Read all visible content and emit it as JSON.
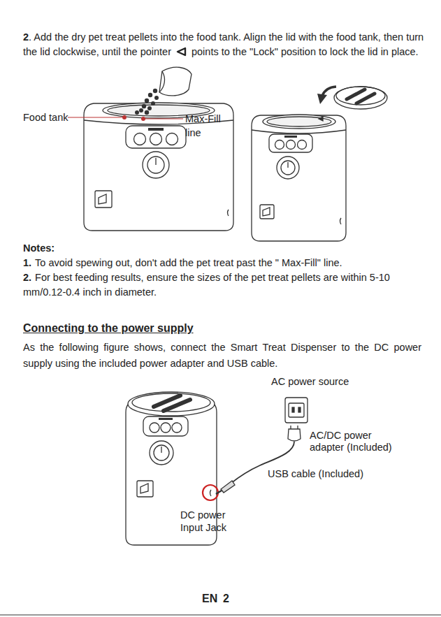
{
  "diagram": {
    "labels": [
      "2",
      ". Add the dry pet treat pellets into the food tank. Align the lid with the food tank, then turn the lid clockwise, until the pointer",
      "points to the \"Lock\" position to lock the lid in place.",
      "Food tank",
      "Max-Fill line",
      "Notes:",
      "1.",
      "To avoid spewing out, don't add the pet treat past the \" Max-Fill\" line.",
      "2.",
      "For best feeding results, ensure the sizes of the pet treat pellets are within 5-10 mm/0.12-0.4 inch in diameter.",
      "Connecting to the power supply",
      "As the following figure shows, connect the Smart Treat Dispenser to the DC power supply using the included power adapter and USB cable.",
      "AC power source",
      "AC/DC power adapter (Included)",
      "USB cable (Included)",
      "DC power Input Jack",
      "EN",
      "2"
    ]
  }
}
